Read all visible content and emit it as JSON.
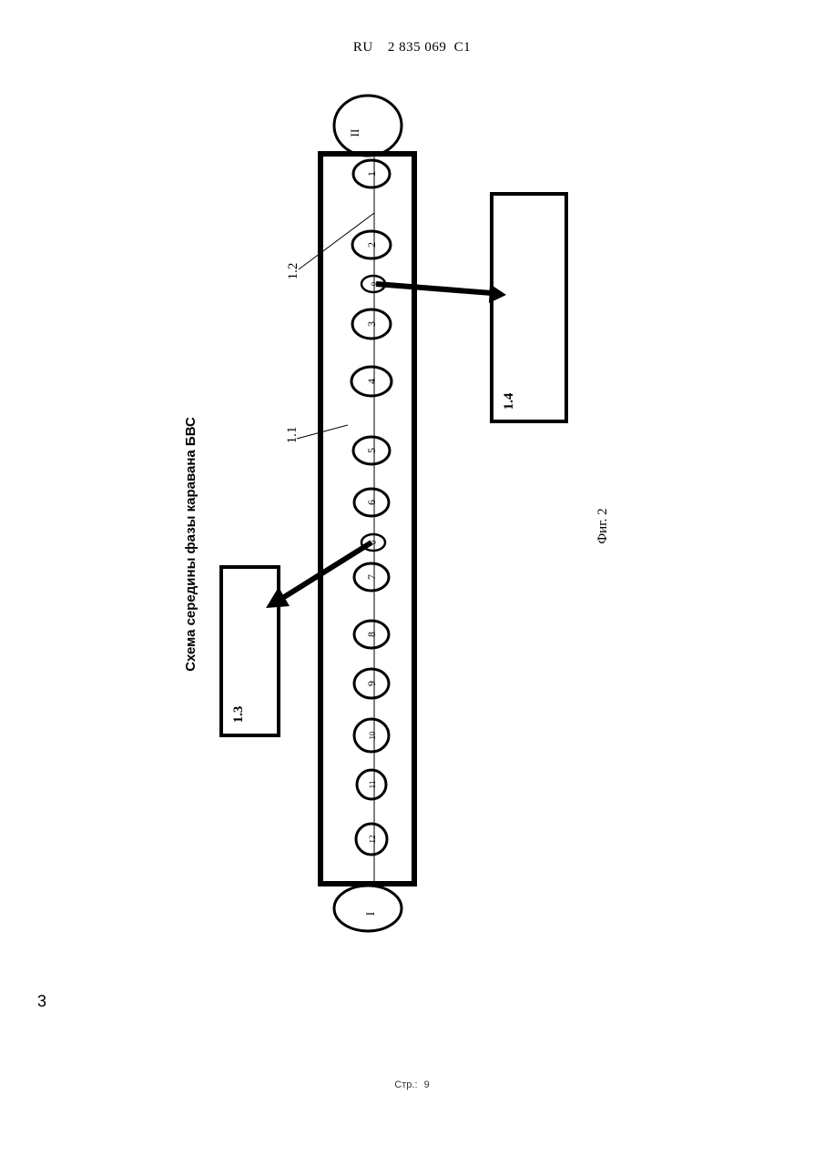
{
  "header": {
    "country": "RU",
    "patent_number": "2 835 069",
    "kind_code": "C1"
  },
  "figure": {
    "title": "Схема середины фазы каравана БВС",
    "caption": "Фиг. 2",
    "stations": [
      {
        "id": "station-II",
        "label": "II"
      },
      {
        "id": "station-I",
        "label": "I"
      }
    ],
    "corridor": {
      "label": "1.1"
    },
    "route_line": {
      "label": "1.2"
    },
    "side_box_right": {
      "label": "1.4"
    },
    "side_box_left": {
      "label": "1.3"
    },
    "drones": [
      {
        "label": "1"
      },
      {
        "label": "2"
      },
      {
        "label": "3"
      },
      {
        "label": "4"
      },
      {
        "label": "5"
      },
      {
        "label": "6"
      },
      {
        "label": "7"
      },
      {
        "label": "8"
      },
      {
        "label": "9"
      },
      {
        "label": "10"
      },
      {
        "label": "11"
      },
      {
        "label": "12"
      }
    ],
    "small_drones": [
      {
        "label": "0"
      },
      {
        "label": "0"
      }
    ]
  },
  "page_number": "3",
  "footer": {
    "label": "Стр.:",
    "page": "9"
  }
}
